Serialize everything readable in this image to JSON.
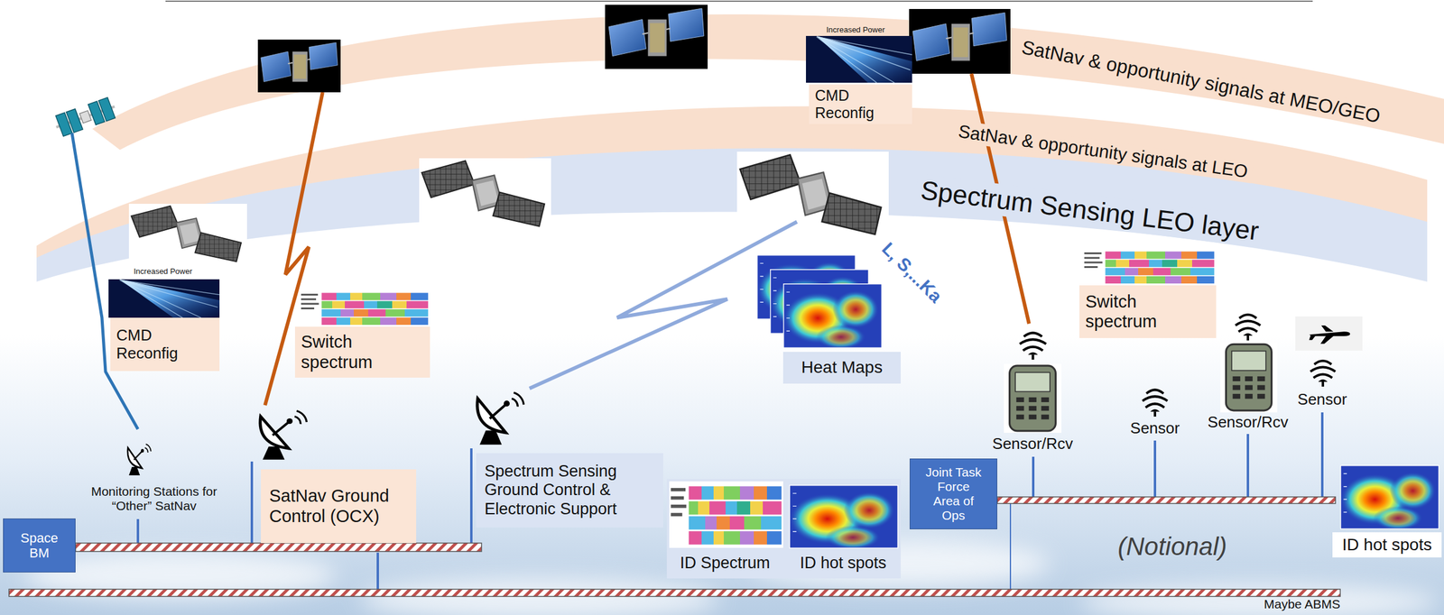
{
  "diagram": {
    "nodes": [
      {
        "text": [
          "SatNav & opportunity signals at MEO/GEO"
        ]
      },
      {
        "text": [
          "CMD Reconfig"
        ]
      },
      {
        "text": [
          "SatNav & opportunity signals at LEO"
        ]
      },
      {
        "text": [
          "Spectrum Sensing LEO layer"
        ]
      },
      {
        "text": [
          "CMD Reconfig"
        ]
      },
      {
        "text": [
          "Switch spectrum"
        ]
      },
      {
        "text": [
          "Switch spectrum"
        ]
      },
      {
        "text": [
          "Heat Maps"
        ]
      },
      {
        "text": [
          "Spectrum Sensing Ground Control & Electronic Support"
        ]
      },
      {
        "text": [
          "Joint Task Force Area of Ops"
        ]
      },
      {
        "text": [
          "SatNav Ground Control (OCX)"
        ]
      },
      {
        "text": [
          "ID Spectrum"
        ]
      },
      {
        "text": [
          "ID hot spots"
        ]
      },
      {
        "text": [
          "Space BM"
        ]
      },
      {
        "text": [
          "ID hot spots"
        ]
      }
    ],
    "labels": [
      "Increased Power",
      "Increased Power",
      "L, S,...Ka",
      "Monitoring Stations for “Other” SatNav",
      "Sensor/Rcv",
      "Sensor",
      "Sensor/Rcv",
      "Sensor",
      "(Notional)",
      "Maybe ABMS"
    ]
  }
}
